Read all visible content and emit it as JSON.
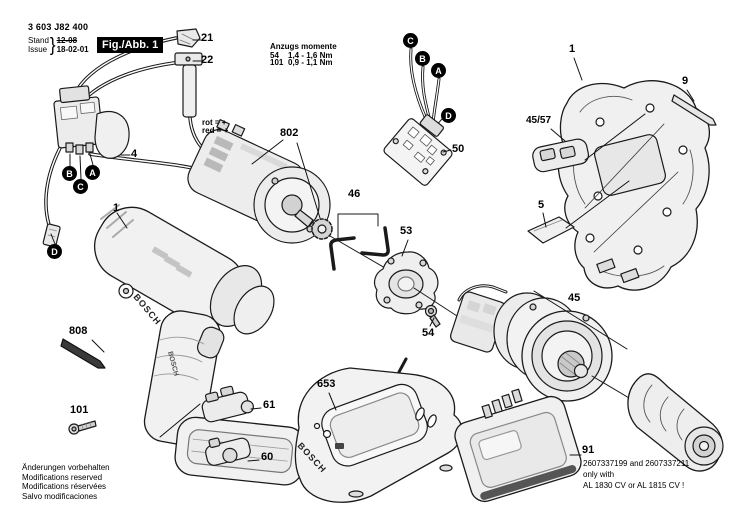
{
  "brand": "BOSCH",
  "colors": {
    "ink": "#000000",
    "paper": "#ffffff",
    "fill_light": "#f1f1f1"
  },
  "header": {
    "part_number": "3 603 J82 400",
    "stand_label": "Stand",
    "issue_label": "Issue",
    "brace": "}",
    "superseded_date": "12-08",
    "current_date": "18-02-01",
    "figure_label": "Fig./Abb. 1"
  },
  "notes": {
    "torque": {
      "title": "Anzugs momente",
      "rows": [
        [
          "54",
          "1,4 - 1,6 Nm"
        ],
        [
          "101",
          "0,9 - 1,1 Nm"
        ]
      ]
    },
    "wire_color": [
      "rot = +",
      "red = +"
    ],
    "revisions": [
      "Änderungen vorbehalten",
      "Modifications reserved",
      "Modifications réservées",
      "Salvo modificaciones"
    ],
    "battery": [
      "2607337199 and 2607337211",
      "only with",
      "AL 1830 CV or AL 1815 CV !"
    ]
  },
  "part_labels": {
    "p1": "1",
    "p4": "4",
    "p5": "5",
    "p9": "9",
    "p21": "21",
    "p22": "22",
    "p45": "45",
    "p45_57": "45/57",
    "p46": "46",
    "p50": "50",
    "p53": "53",
    "p54": "54",
    "p60": "60",
    "p61": "61",
    "p91": "91",
    "p101": "101",
    "p653": "653",
    "p802": "802",
    "p808": "808"
  },
  "badges": {
    "a": "A",
    "b": "B",
    "c": "C",
    "d": "D"
  }
}
